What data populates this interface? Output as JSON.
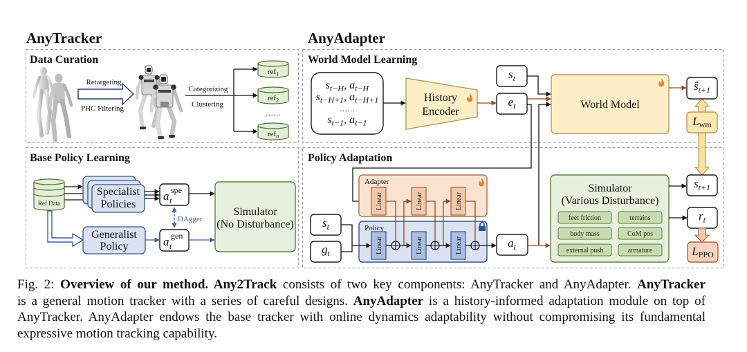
{
  "figure": {
    "headers": {
      "any_tracker": "AnyTracker",
      "any_adapter": "AnyAdapter"
    },
    "colors": {
      "data_green_fill": "#e2efd6",
      "policy_blue_fill": "#dbe3f2",
      "linear_blue_fill": "#aabde2",
      "adapter_fill": "#f9e3d0",
      "linear_orange_fill": "#f2c9a8",
      "encoder_fill": "#fcefc8",
      "world_model_fill": "#fcefc8",
      "loss_wm_fill": "#fbe8b4",
      "loss_ppo_fill": "#f6d3bd",
      "simulator_green_fill": "#e6f0dc",
      "tag_green_fill": "#c7dcb2",
      "flame": "#e8852a",
      "lock": "#2f4f9b"
    },
    "data_curation": {
      "title": "Data Curation",
      "retargeting": "Retargeting",
      "phc_filtering": "PHC Filtering",
      "categorizing": "Categorizing",
      "clustering": "Clustering",
      "refs": [
        {
          "base": "ref",
          "sub": "1"
        },
        {
          "base": "ref",
          "sub": "2"
        },
        {
          "base": "ref",
          "sub": "n"
        }
      ],
      "ellipsis": "……"
    },
    "base_policy_learning": {
      "title": "Base Policy Learning",
      "ref_data": "Ref Data",
      "specialist_policies": [
        "Specialist",
        "Policies"
      ],
      "generalist_policy": [
        "Generalist",
        "Policy"
      ],
      "a_spe": {
        "base": "a",
        "sub": "t",
        "sup": "spe"
      },
      "a_gen": {
        "base": "a",
        "sub": "t",
        "sup": "gen"
      },
      "dagger": "DAgger",
      "simulator": [
        "Simulator",
        "(No Disturbance)"
      ]
    },
    "world_model_learning": {
      "title": "World Model Learning",
      "history": [
        {
          "s": "s",
          "s_sub": "t−H",
          "sep": ", ",
          "a": "a",
          "a_sub": "t−H"
        },
        {
          "s": "s",
          "s_sub": "t−H+1",
          "sep": ", ",
          "a": "a",
          "a_sub": "t−H+1"
        },
        {
          "ellipsis": "……"
        },
        {
          "s": "s",
          "s_sub": "t−1",
          "sep": ", ",
          "a": "a",
          "a_sub": "t−1"
        }
      ],
      "history_encoder": [
        "History",
        "Encoder"
      ],
      "s_t": {
        "base": "s",
        "sub": "t"
      },
      "e_t": {
        "base": "e",
        "sub": "t"
      },
      "world_model": "World Model",
      "s_hat_next": {
        "base": "ŝ",
        "sub": "t+1"
      },
      "loss_wm": {
        "base": "L",
        "sub": "wm"
      }
    },
    "policy_adaptation": {
      "title": "Policy Adaptation",
      "adapter_label": "Adapter",
      "policy_label": "Policy",
      "linear_label": "Linear",
      "s_t": {
        "base": "s",
        "sub": "t"
      },
      "g_t": {
        "base": "g",
        "sub": "t"
      },
      "a_t": {
        "base": "a",
        "sub": "t"
      },
      "simulator": [
        "Simulator",
        "(Various Disturbance)"
      ],
      "disturbances": [
        "feet friction",
        "terrains",
        "body mass",
        "CoM pos",
        "external push",
        "armature"
      ],
      "s_next": {
        "base": "s",
        "sub": "t+1"
      },
      "r_t": {
        "base": "r",
        "sub": "t"
      },
      "loss_ppo": {
        "base": "L",
        "sub": "PPO"
      }
    }
  },
  "caption": {
    "lines": [
      [
        "Fig. 2: ",
        "Overview of our method. Any2Track",
        " consists of two key components: AnyTracker and AnyAdapter. ",
        "AnyTracker"
      ],
      [
        "is a general motion tracker with a series of careful designs. ",
        "AnyAdapter",
        " is a history-informed adaptation module on top of"
      ],
      [
        "AnyTracker. AnyAdapter endows the base tracker with online dynamics adaptability without compromising its fundamental"
      ],
      [
        "expressive motion tracking capability."
      ]
    ]
  }
}
